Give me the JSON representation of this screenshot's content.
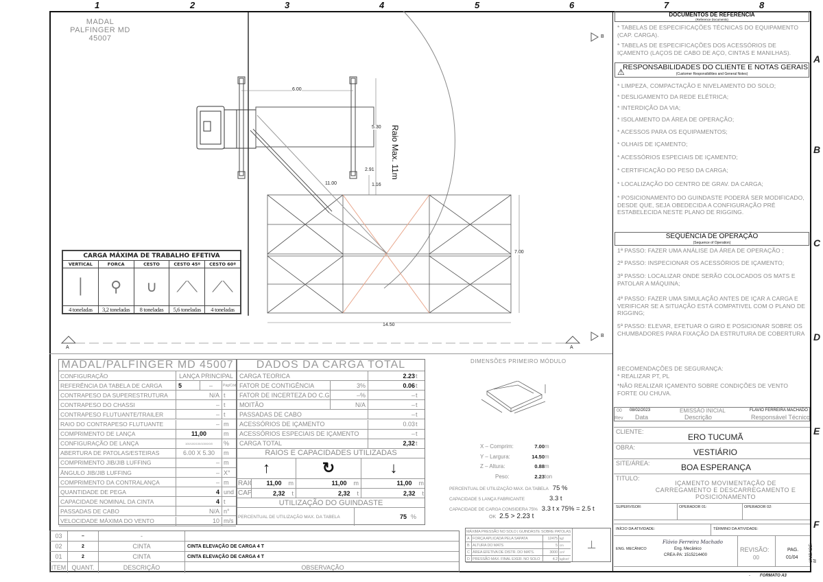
{
  "ruler": {
    "columns": [
      "1",
      "2",
      "3",
      "4",
      "5",
      "6",
      "7",
      "8"
    ],
    "rows": [
      "A",
      "B",
      "C",
      "D",
      "E",
      "F"
    ]
  },
  "plan": {
    "equipment_line1": "MADAL",
    "equipment_line2": "PALFINGER MD 45007",
    "radius_label": "Raio Max. 11m",
    "dims": {
      "outrigger_span": "6.00",
      "outrigger_width": "5.30",
      "d1": "2.91",
      "d2": "1.16",
      "boom": "11.00",
      "mat_width": "7.00",
      "mat_length": "14.50"
    },
    "section_marks": [
      "A",
      "A",
      "B",
      "B"
    ],
    "colors": {
      "line": "#555555",
      "cross": "#e8a58a"
    }
  },
  "sling_table": {
    "title": "CARGA MÁXIMA DE TRABALHO EFETIVA",
    "columns": [
      {
        "name": "VERTICAL",
        "value": "4 toneladas"
      },
      {
        "name": "FORCA",
        "value": "3,2 toneladas"
      },
      {
        "name": "CESTO",
        "value": "8 toneladas"
      },
      {
        "name": "CESTO 45º",
        "value": "5,6 toneladas"
      },
      {
        "name": "CESTO 60º",
        "value": "4 toneladas"
      }
    ]
  },
  "crane": {
    "title": "MADAL/PALFINGER MD 45007",
    "rows": [
      {
        "label": "CONFIGURAÇÃO",
        "value": "LANÇA PRINCIPAL",
        "unit": ""
      },
      {
        "label": "REFERÊNCIA DA TABELA DE CARGA",
        "value": "5",
        "value2": "–",
        "unit": "Pág/Cód"
      },
      {
        "label": "CONTRAPESO DA SUPERESTRUTURA",
        "value": "N/A",
        "unit": "t"
      },
      {
        "label": "CONTRAPESO DO CHASSI",
        "value": "–",
        "unit": "t"
      },
      {
        "label": "CONTRAPESO FLUTUANTE/TRAILER",
        "value": "–",
        "unit": "t"
      },
      {
        "label": "RAIO DO CONTRAPESO FLUTUANTE",
        "value": "–",
        "unit": "m"
      },
      {
        "label": "COMPRIMENTO DE LANÇA",
        "value": "11,00",
        "unit": "m"
      },
      {
        "label": "CONFIGURAÇÃO DE LANÇA",
        "value": "100/100/100/100/0/0/0",
        "unit": "%"
      },
      {
        "label": "ABERTURA DE PATOLAS/ESTEIRAS",
        "value": "6.00 X 5.30",
        "unit": "m"
      },
      {
        "label": "COMPRIMENTO JIB/JIB LUFFING",
        "value": "–",
        "unit": "m"
      },
      {
        "label": "ÂNGULO JIB/JIB LUFFING",
        "value": "–",
        "unit": "X°"
      },
      {
        "label": "COMPRIMENTO DA CONTRALANÇA",
        "value": "–",
        "unit": "m"
      },
      {
        "label": "QUANTIDADE DE PEGA",
        "value": "4",
        "unit": "und"
      },
      {
        "label": "CAPACIDADE NOMINAL DA CINTA",
        "value": "4",
        "unit": "t"
      },
      {
        "label": "PASSADAS DE CABO",
        "value": "N/A",
        "unit": "n°"
      },
      {
        "label": "VELOCIDADE MÁXIMA DO VENTO",
        "value": "10",
        "unit": "m/s"
      }
    ]
  },
  "load": {
    "title": "DADOS DA CARGA TOTAL",
    "rows": [
      {
        "label": "CARGA TEORICA",
        "pct": "",
        "value": "2.23",
        "unit": "t"
      },
      {
        "label": "FATOR DE CONTIGÊNCIA",
        "pct": "3%",
        "value": "0.06",
        "unit": "t"
      },
      {
        "label": "FATOR DE INCERTEZA DO C.G",
        "pct": "–%",
        "value": "–",
        "unit": "t"
      },
      {
        "label": "MOITÃO",
        "pct": "N/A",
        "value": "–",
        "unit": "t"
      },
      {
        "label": "PASSADAS DE CABO",
        "pct": "",
        "value": "–",
        "unit": "t"
      },
      {
        "label": "ACESSÓRIOS DE IÇAMENTO",
        "pct": "",
        "value": "0.03",
        "unit": "t"
      },
      {
        "label": "ACESSÓRIOS ESPECIAIS DE IÇAMENTO",
        "pct": "",
        "value": "–",
        "unit": "t"
      },
      {
        "label": "CARGA TOTAL",
        "pct": "",
        "value": "2,32",
        "unit": "t"
      }
    ],
    "radii_title": "RAIOS E CAPACIDADES UTILIZADAS",
    "raio_label": "RAIO",
    "cap_label": "CAP.",
    "radii": [
      {
        "icon": "arrow-up",
        "raio": "11,00",
        "cap": "2,32"
      },
      {
        "icon": "rotate",
        "raio": "11,00",
        "cap": "2,32"
      },
      {
        "icon": "arrow-down",
        "raio": "11,00",
        "cap": "2,32"
      }
    ],
    "raio_unit": "m",
    "cap_unit": "t",
    "util_title": "UTILIZAÇÃO DO GUINDASTE",
    "util_label": "PERCENTUAL DE UTILIZAÇÃO MAX. DA TABELA",
    "util_value": "75",
    "util_unit": "%"
  },
  "module": {
    "title": "DIMENSÕES PRIMEIRO MÓDULO",
    "lines": [
      {
        "label": "X  –  Comprim:",
        "value": "7.00",
        "unit": "m"
      },
      {
        "label": "Y  –  Largura:",
        "value": "14.50",
        "unit": "m"
      },
      {
        "label": "Z  –  Altura:",
        "value": "0.88",
        "unit": "m"
      },
      {
        "label": "Peso:",
        "value": "2.23",
        "unit": "ton"
      }
    ],
    "calc": [
      {
        "label": "PERCENTUAL DE UTILIZAÇÃO MAX. DA TABELA",
        "value": "75 %"
      },
      {
        "label": "CAPACIDADE 5 LANÇA FABRICANTE",
        "value": "3.3 t"
      },
      {
        "label": "CAPACIDADE DE CARGA CONSIDERA 75%",
        "value": "3.3 t x 75% = 2.5 t"
      }
    ],
    "ok_label": "OK",
    "ok_value": "2.5 > 2.23 t"
  },
  "pressure": {
    "title": "MÁXIMA PRESSÃO NO SOLO | GUINDASTE SOBRE PATOLAS",
    "rows": [
      {
        "k": "A",
        "label": "FORÇA APLICADA PELA SAPATA",
        "value": "12475",
        "unit": "kgf"
      },
      {
        "k": "B",
        "label": "ALTURA DO MATS",
        "value": "5",
        "unit": "cm"
      },
      {
        "k": "C",
        "label": "ÁREA EFETIVA DE DISTR. DO MATS.",
        "value": "3000",
        "unit": "cm²"
      },
      {
        "k": "D",
        "label": "PRESSÃO MAX. FINAL EXER. NO SOLO",
        "value": "4.2",
        "unit": "kgf/cm²"
      }
    ]
  },
  "items": {
    "headers": [
      "ITEM",
      "QUANT.",
      "DESCRIÇÃO",
      "OBSERVAÇÃO"
    ],
    "rows": [
      {
        "item": "03",
        "qty": "–",
        "desc": "-",
        "obs": ""
      },
      {
        "item": "02",
        "qty": "2",
        "desc": "CINTA",
        "obs": "CINTA ELEVAÇÃO DE CARGA 4 T"
      },
      {
        "item": "01",
        "qty": "2",
        "desc": "CINTA",
        "obs": "CINTA ELEVAÇÃO DE CARGA 4 T"
      }
    ]
  },
  "refs": {
    "title": "DOCUMENTOS DE REFERÊNCIA",
    "subtitle": "(Reference Documents)",
    "items": [
      "* TABELAS DE ESPECIFICAÇÕES TÉCNICAS DO EQUIPAMENTO (CAP. CARGA).",
      "* TABELAS DE ESPECIFICAÇÕES DOS ACESSÓRIOS DE IÇAMENTO (LAÇOS DE CABO DE AÇO, CINTAS E MANILHAS)."
    ]
  },
  "resp": {
    "title": "RESPONSABILIDADES DO CLIENTE E NOTAS GERAIS",
    "subtitle": "(Customer Responsibilities and General Notes)",
    "items": [
      "* LIMPEZA, COMPACTAÇÃO E NIVELAMENTO DO SOLO;",
      "* DESLIGAMENTO DA REDE ELÉTRICA;",
      "* INTERDIÇÃO DA VIA;",
      "* ISOLAMENTO DA ÁREA DE OPERAÇÃO;",
      "* ACESSOS PARA OS EQUIPAMENTOS;",
      "* OLHAIS DE IÇAMENTO;",
      "* ACESSÓRIOS ESPECIAIS DE IÇAMENTO;",
      "* CERTIFICAÇÃO DO PESO DA CARGA;",
      "* LOCALIZAÇÃO DO CENTRO DE GRAV. DA CARGA;",
      "* POSICIONAMENTO DO GUINDASTE PODERÁ SER MODIFICADO, DESDE QUE, SEJA OBEDECIDA A CONFIGURAÇÃO PRÉ ESTABELECIDA NESTE PLANO DE RIGGING."
    ]
  },
  "seq": {
    "title": "SEQUÊNCIA DE OPERAÇÃO",
    "subtitle": "(Sequence of Operation)",
    "items": [
      "1ª PASSO: FAZER UMA ANÁLISE DA ÁREA DE OPERAÇÃO ;",
      "2ª PASSO: INSPECIONAR OS ACESSÓRIOS DE IÇAMENTO;",
      "3ª PASSO: LOCALIZAR ONDE SERÃO COLOCADOS OS MATS E PATOLAR A MÁQUINA;",
      "4ª PASSO: FAZER UMA SIMULAÇÃO ANTES DE IÇAR A CARGA E VERIFICAR SE A SITUAÇÃO ESTÁ COMPATIVEL COM O PLANO DE RIGGING;",
      "5ª PASSO: ELEVAR, EFETUAR O GIRO E POSICIONAR SOBRE OS CHUMBADORES PARA FIXAÇÃO DA ESTRUTURA DE COBERTURA"
    ],
    "safety_title": "RECOMENDAÇÕES DE SEGURANÇA:",
    "safety": [
      "* REALIZAR PT,  PL",
      "*NÃO REALIZAR IÇAMENTO SOBRE CONDIÇÕES DE VENTO FORTE OU CHUVA."
    ]
  },
  "titleblock": {
    "rev": "00",
    "date": "08/02/2023",
    "desc": "EMISSÃO INICIAL",
    "resp": "FLAVIO FERREIRA MACHADO",
    "h_rev": "Rev",
    "h_date": "Data",
    "h_desc": "Descrição",
    "h_resp": "Responsável Técnico",
    "cliente_label": "CLIENTE:",
    "cliente": "ERO TUCUMÃ",
    "obra_label": "OBRA:",
    "obra": "VESTIÁRIO",
    "site_label": "SITE/ÁREA:",
    "site": "BOA ESPERANÇA",
    "titulo_label": "TITULO:",
    "titulo": "IÇAMENTO MOVIMENTAÇÃO DE CARREGAMENTO E DESCARREGAMENTO E POSICIONAMENTO",
    "supervisor": "SUPERVISOR:",
    "op1": "OPERADOR 01:",
    "op2": "OPERADOR 02:",
    "inicio": "INÍCIO DA ATIVIDADE:",
    "termino": "TÉRMINO DA ATIVIDADE:",
    "eng": "ENG. MECÂNICO",
    "sig_name": "Flávio Ferreira Machado",
    "sig_role": "Eng. Mecânico",
    "crea": "CREA-PA: 1515214400",
    "revisao_label": "REVISÃO:",
    "revisao": "00",
    "pag_label": "PAG.",
    "pag": "01/04",
    "unidade": "UNIDADE: M",
    "formato": "FORMATO A3",
    "dot": "-"
  }
}
